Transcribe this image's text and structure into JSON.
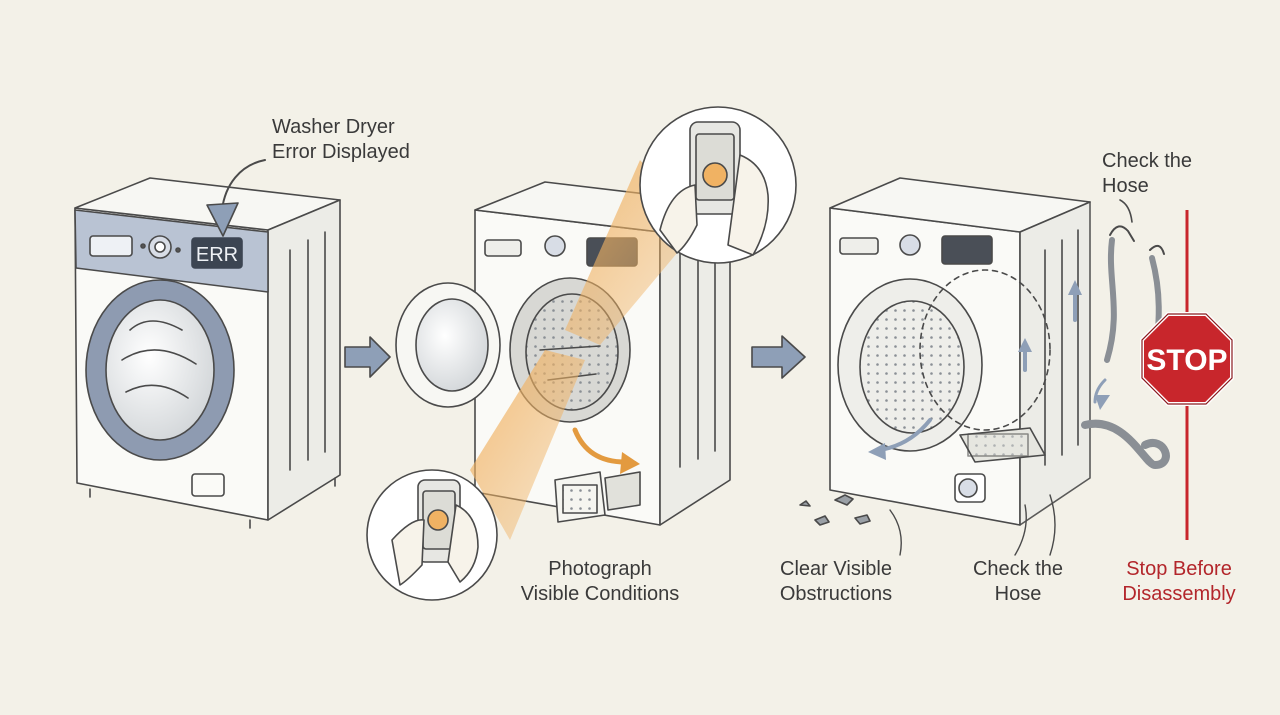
{
  "labels": {
    "error_displayed": [
      "Washer Dryer",
      "Error Displayed"
    ],
    "photograph": [
      "Photograph",
      "Visible Conditions"
    ],
    "clear_obstructions": [
      "Clear Visible",
      "Obstructions"
    ],
    "check_hose_bottom": [
      "Check the",
      "Hose"
    ],
    "check_hose_top": [
      "Check the",
      "Hose"
    ],
    "stop_before": [
      "Stop Before",
      "Disassembly"
    ]
  },
  "display": {
    "error_code": "ERR"
  },
  "stop_sign": {
    "text": "STOP"
  },
  "colors": {
    "background": "#f3f1e8",
    "line": "#4a4a4a",
    "panel_blue": "#b9c3d3",
    "highlight": "#f0b263",
    "arrow": "#8e9fb7",
    "stop_red": "#c8262c",
    "stop_text": "#b3262b"
  }
}
